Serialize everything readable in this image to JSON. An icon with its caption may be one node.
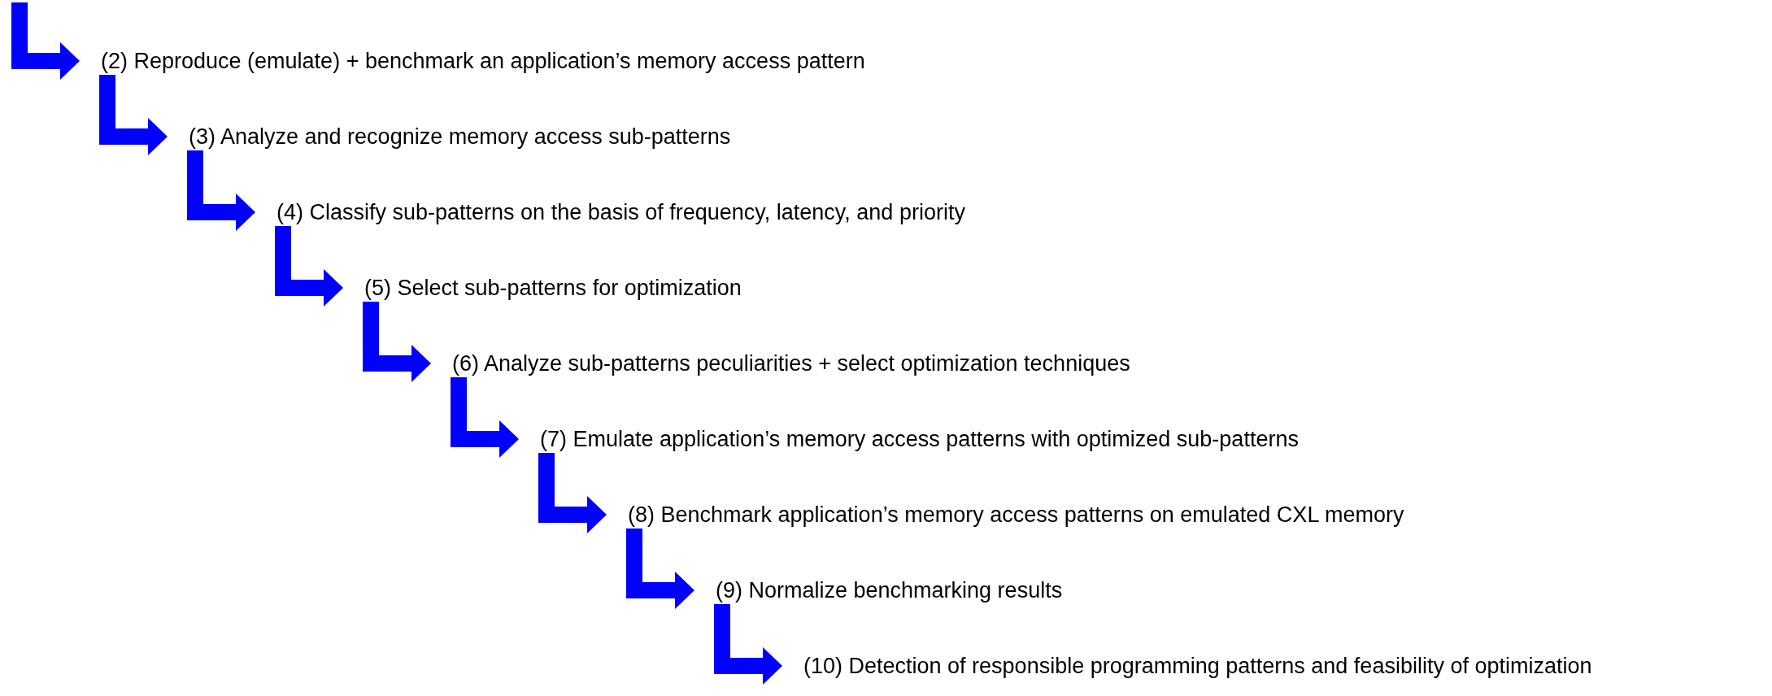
{
  "diagram": {
    "nodes": [
      {
        "text": [
          "(2) Reproduce (emulate) + benchmark an application’s memory access pattern"
        ]
      },
      {
        "text": [
          "(3) Analyze and recognize memory access sub-patterns"
        ]
      },
      {
        "text": [
          "(4) Classify sub-patterns on the basis of frequency, latency, and priority"
        ]
      },
      {
        "text": [
          "(5) Select sub-patterns for optimization"
        ]
      },
      {
        "text": [
          "(6) Analyze sub-patterns peculiarities + select optimization techniques"
        ]
      },
      {
        "text": [
          "(7) Emulate application’s memory access patterns with optimized sub-patterns"
        ]
      },
      {
        "text": [
          "(8) Benchmark application’s memory access patterns on emulated CXL memory"
        ]
      },
      {
        "text": [
          "(9) Normalize benchmarking results"
        ]
      },
      {
        "text": [
          "(10) Detection of responsible programming patterns and feasibility of optimization"
        ]
      }
    ],
    "edges": [
      {
        "from": null,
        "to": 0,
        "arrow": "to"
      },
      {
        "from": 0,
        "to": 1,
        "arrow": "to"
      },
      {
        "from": 1,
        "to": 2,
        "arrow": "to"
      },
      {
        "from": 2,
        "to": 3,
        "arrow": "to"
      },
      {
        "from": 3,
        "to": 4,
        "arrow": "to"
      },
      {
        "from": 4,
        "to": 5,
        "arrow": "to"
      },
      {
        "from": 5,
        "to": 6,
        "arrow": "to"
      },
      {
        "from": 6,
        "to": 7,
        "arrow": "to"
      },
      {
        "from": 7,
        "to": 8,
        "arrow": "to"
      }
    ]
  }
}
